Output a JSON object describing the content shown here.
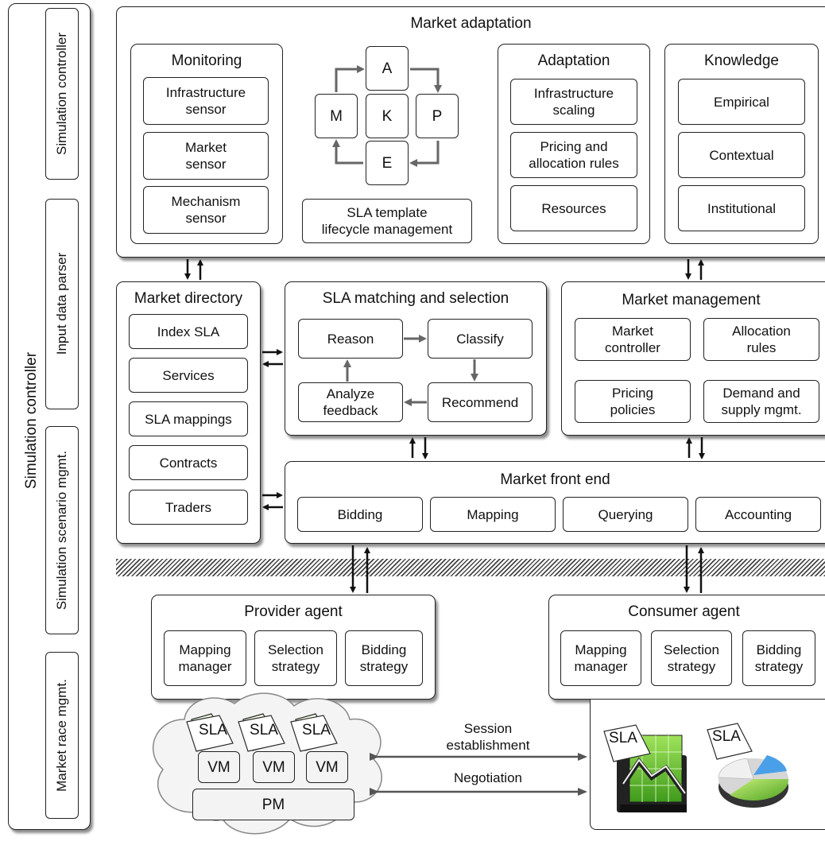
{
  "simulation_controller": {
    "title": "Simulation controller",
    "components": [
      "Simulation controller",
      "Input data parser",
      "Simulation scenario mgmt.",
      "Market race mgmt."
    ]
  },
  "market_adaptation": {
    "title": "Market adaptation",
    "monitoring": {
      "title": "Monitoring",
      "items": [
        "Infrastructure\nsensor",
        "Market\nsensor",
        "Mechanism\nsensor"
      ]
    },
    "mapek": {
      "a": "A",
      "m": "M",
      "k": "K",
      "p": "P",
      "e": "E"
    },
    "sla_template": "SLA template\nlifecycle management",
    "adaptation": {
      "title": "Adaptation",
      "items": [
        "Infrastructure\nscaling",
        "Pricing and\nallocation rules",
        "Resources"
      ]
    },
    "knowledge": {
      "title": "Knowledge",
      "items": [
        "Empirical",
        "Contextual",
        "Institutional"
      ]
    }
  },
  "market_directory": {
    "title": "Market directory",
    "items": [
      "Index SLA",
      "Services",
      "SLA mappings",
      "Contracts",
      "Traders"
    ]
  },
  "sla_matching": {
    "title": "SLA matching and selection",
    "reason": "Reason",
    "classify": "Classify",
    "analyze": "Analyze\nfeedback",
    "recommend": "Recommend"
  },
  "market_management": {
    "title": "Market management",
    "items": [
      "Market\ncontroller",
      "Allocation\nrules",
      "Pricing\npolicies",
      "Demand and\nsupply mgmt."
    ]
  },
  "market_front_end": {
    "title": "Market front end",
    "items": [
      "Bidding",
      "Mapping",
      "Querying",
      "Accounting"
    ]
  },
  "provider_agent": {
    "title": "Provider agent",
    "items": [
      "Mapping\nmanager",
      "Selection\nstrategy",
      "Bidding\nstrategy"
    ]
  },
  "consumer_agent": {
    "title": "Consumer agent",
    "items": [
      "Mapping\nmanager",
      "Selection\nstrategy",
      "Bidding\nstrategy"
    ]
  },
  "provider_cloud": {
    "sla": "SLA",
    "vm": "VM",
    "pm": "PM"
  },
  "consumer_side": {
    "sla": "SLA"
  },
  "links": {
    "session": "Session\nestablishment",
    "negotiation": "Negotiation"
  }
}
